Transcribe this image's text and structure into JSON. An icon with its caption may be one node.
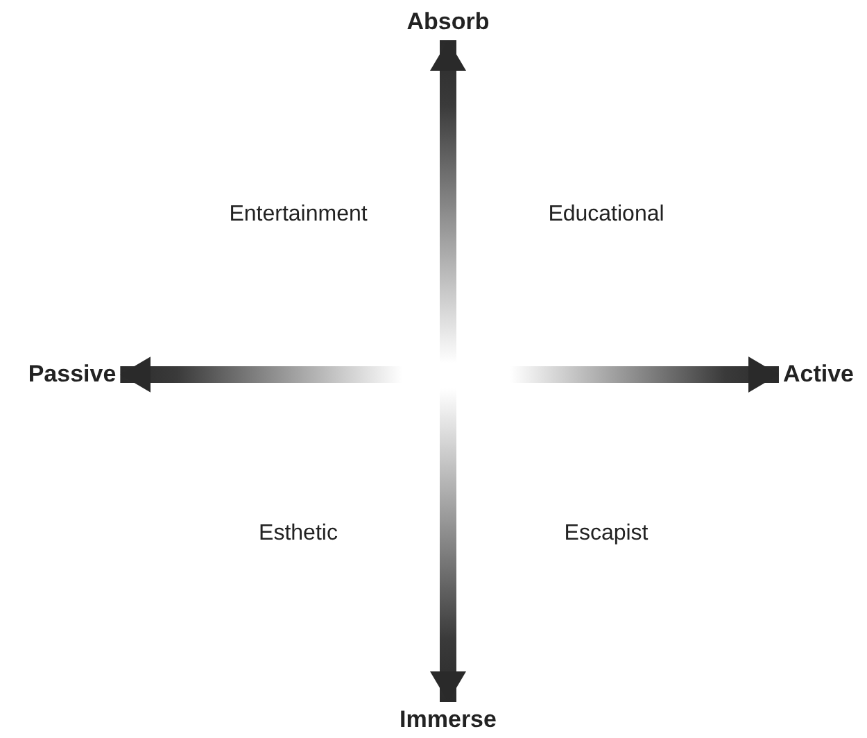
{
  "diagram": {
    "nodes": [
      {
        "text": [
          "Absorb"
        ]
      },
      {
        "text": [
          "Passive"
        ]
      },
      {
        "text": [
          "Active"
        ]
      },
      {
        "text": [
          "Immerse"
        ]
      }
    ],
    "edges": [
      {
        "from": null,
        "to": 0,
        "arrow": "to"
      },
      {
        "from": null,
        "to": 1,
        "arrow": "to"
      },
      {
        "from": null,
        "to": 2,
        "arrow": "to"
      },
      {
        "from": null,
        "to": 3,
        "arrow": "to"
      }
    ],
    "labels": [
      "Entertainment",
      "Educational",
      "Esthetic",
      "Escapist"
    ]
  }
}
